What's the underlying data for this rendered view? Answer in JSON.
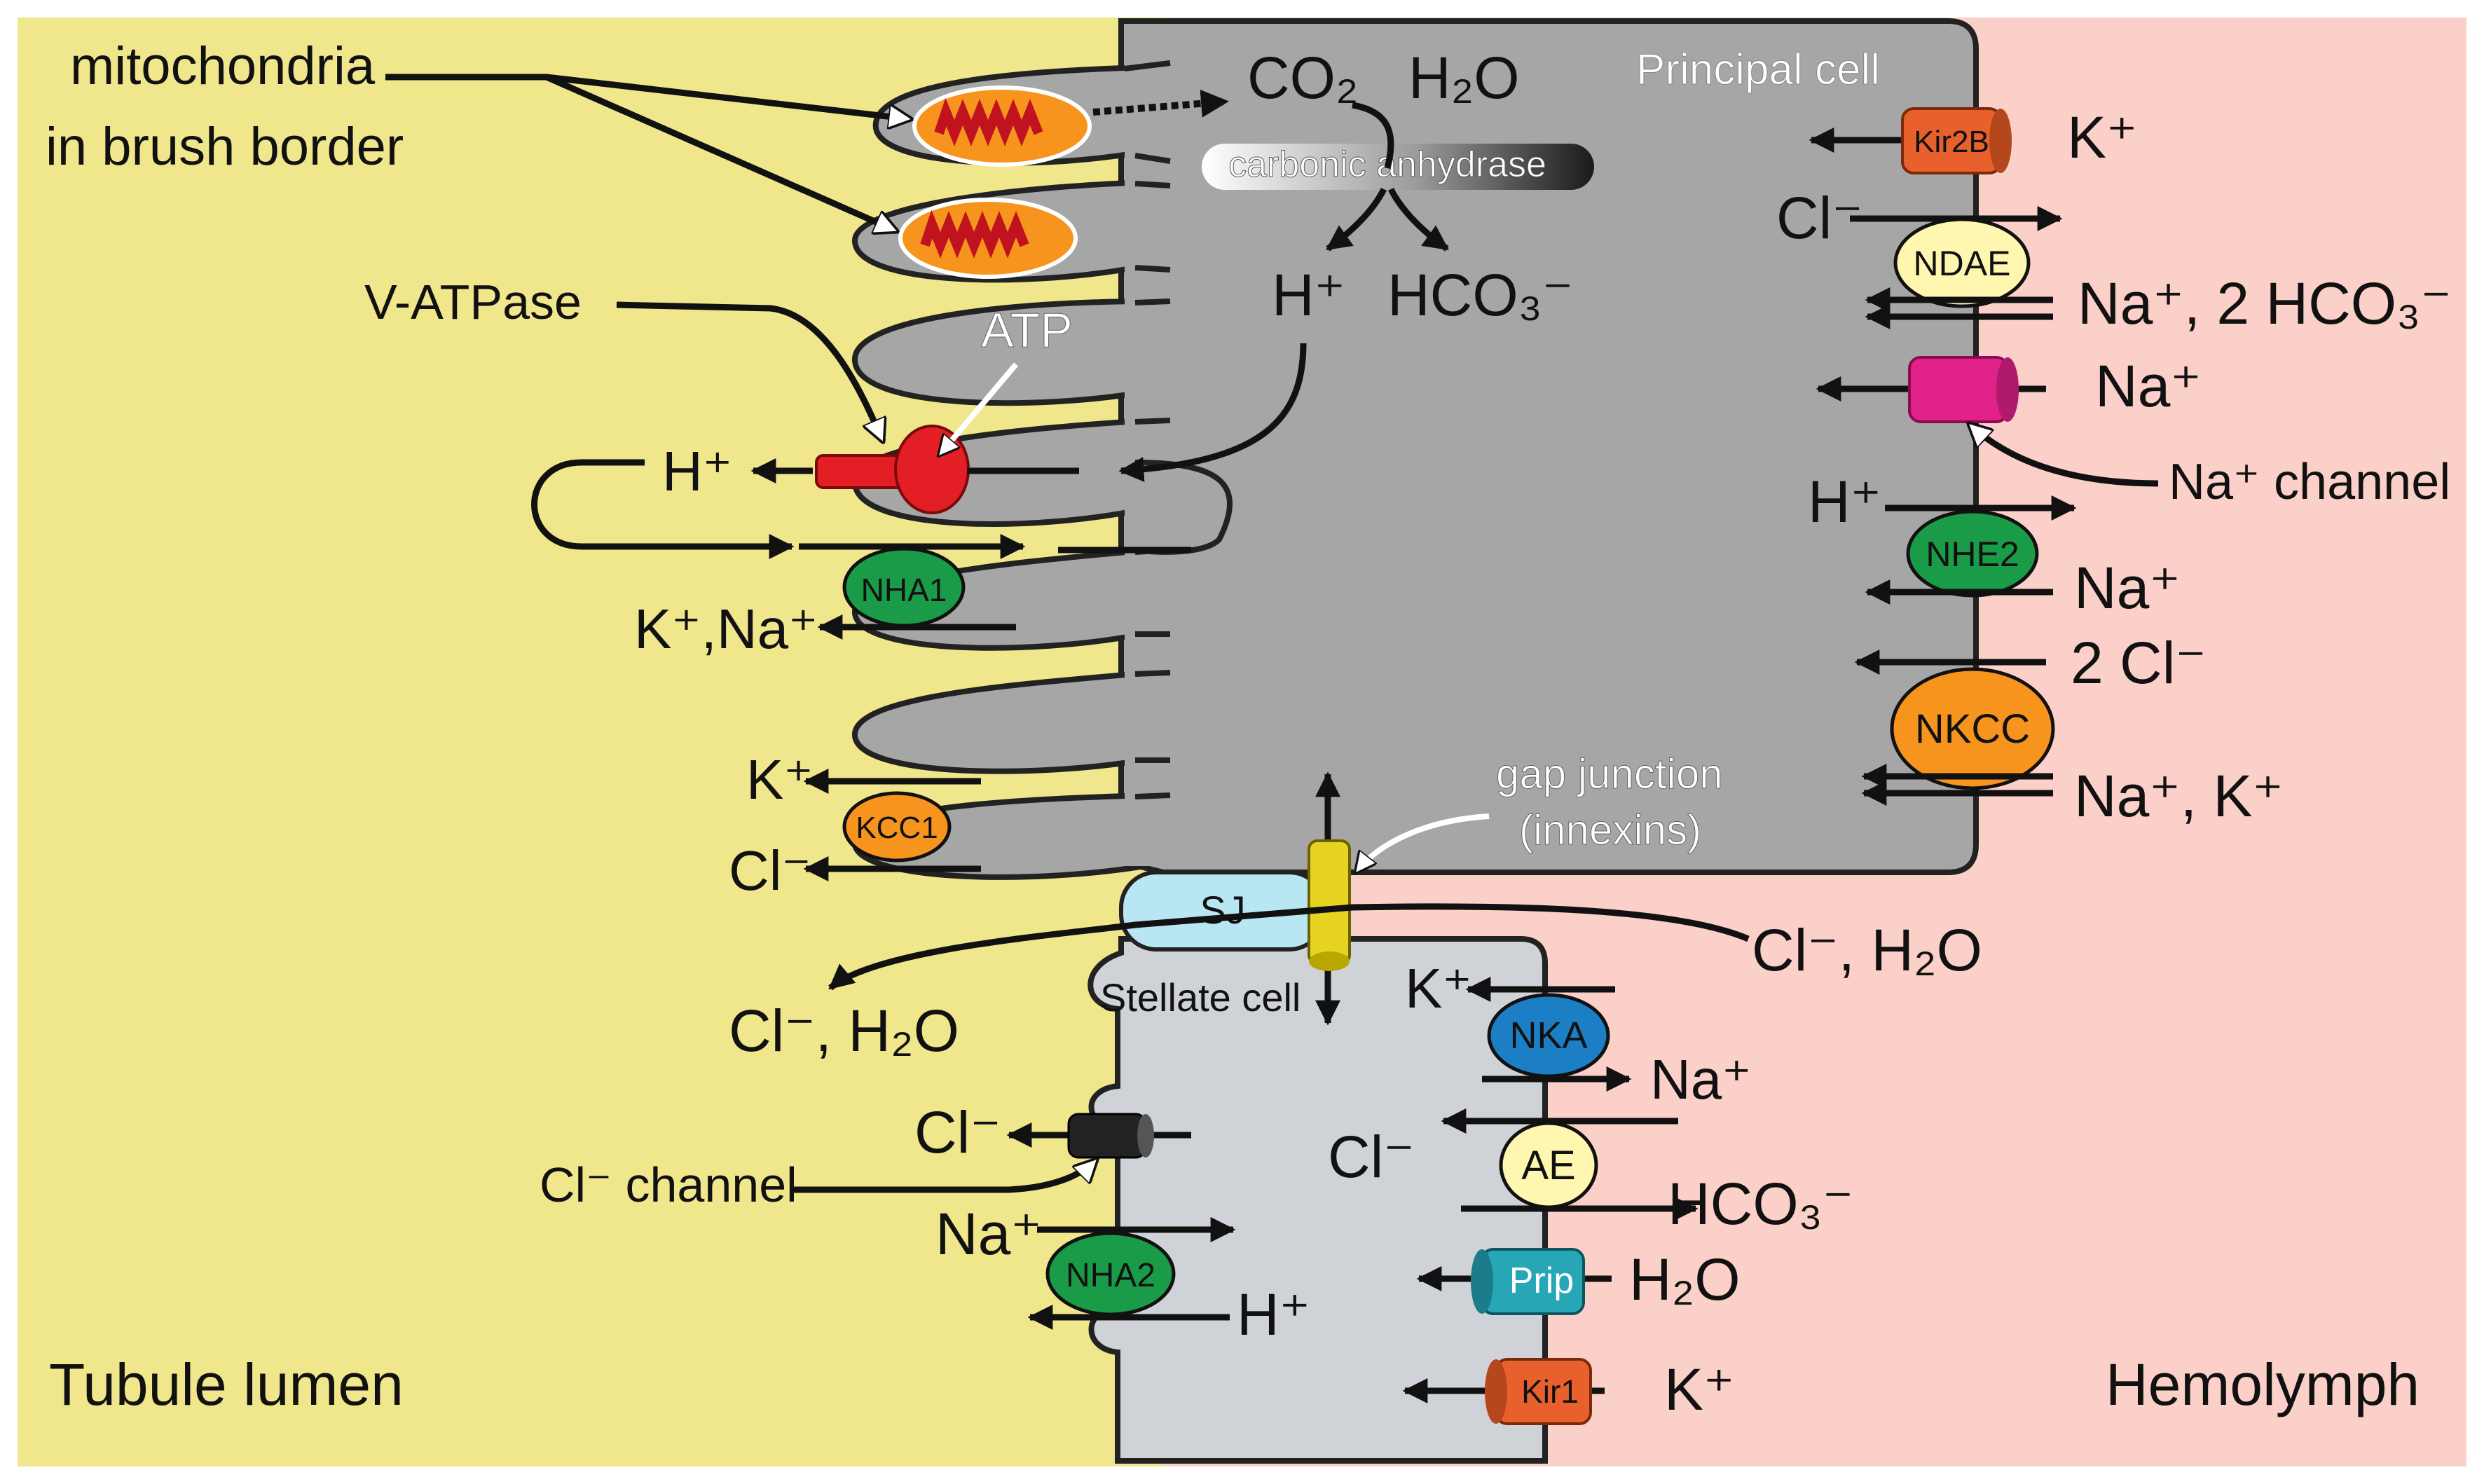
{
  "regions": {
    "lumen": "Tubule lumen",
    "hemolymph": "Hemolymph",
    "principal": "Principal cell",
    "stellate": "Stellate cell"
  },
  "colors": {
    "lumen_bg": "#f0e68c",
    "hemolymph_bg": "#fbd0c8",
    "principal_cell": "#a6a6a6",
    "stellate_cell": "#cfd2d6",
    "sj": "#b8e6f2",
    "mitochondria": "#f7941d",
    "v_atpase": "#e31e24",
    "green_transporter": "#1a9b48",
    "orange_transporter": "#f7941d",
    "yellow_transporter": "#fff6b0",
    "nka": "#1c7fc6",
    "prip": "#27a6b5",
    "na_channel": "#e0218a",
    "gap_junction": "#e7d321"
  },
  "annotations": {
    "mito_line1": "mitochondria",
    "mito_line2": "in brush border",
    "v_atpase": "V-ATPase",
    "atp": "ATP",
    "carbonic_anhydrase": "carbonic anhydrase",
    "gap_junction_1": "gap junction",
    "gap_junction_2": "(innexins)",
    "sj": "SJ",
    "na_channel": "Na⁺ channel",
    "cl_channel": "Cl⁻ channel"
  },
  "transporters": {
    "nha1": "NHA1",
    "kcc1": "KCC1",
    "kir2b": "Kir2B",
    "ndae": "NDAE",
    "nhe2": "NHE2",
    "nkcc": "NKCC",
    "nka": "NKA",
    "ae": "AE",
    "prip": "Prip",
    "nha2": "NHA2",
    "kir1": "Kir1"
  },
  "ions": {
    "co2": "CO₂",
    "h2o_top": "H₂O",
    "h_cell": "H⁺",
    "hco3_cell": "HCO₃⁻",
    "h_vatpase": "H⁺",
    "k_na_nha1": "K⁺,Na⁺",
    "k_kcc1": "K⁺",
    "cl_kcc1": "Cl⁻",
    "k_kir2b": "K⁺",
    "cl_ndae": "Cl⁻",
    "na_hco3_ndae": "Na⁺, 2 HCO₃⁻",
    "na_channel_ion": "Na⁺",
    "h_nhe2": "H⁺",
    "na_nhe2": "Na⁺",
    "cl_nkcc": "2 Cl⁻",
    "na_k_nkcc": "Na⁺, K⁺",
    "cl_h2o_lumen": "Cl⁻, H₂O",
    "cl_h2o_hemo": "Cl⁻, H₂O",
    "k_nka": "K⁺",
    "na_nka": "Na⁺",
    "cl_stellate": "Cl⁻",
    "hco3_ae": "HCO₃⁻",
    "h2o_prip": "H₂O",
    "k_kir1": "K⁺",
    "cl_clchannel": "Cl⁻",
    "na_nha2": "Na⁺",
    "h_nha2": "H⁺"
  }
}
